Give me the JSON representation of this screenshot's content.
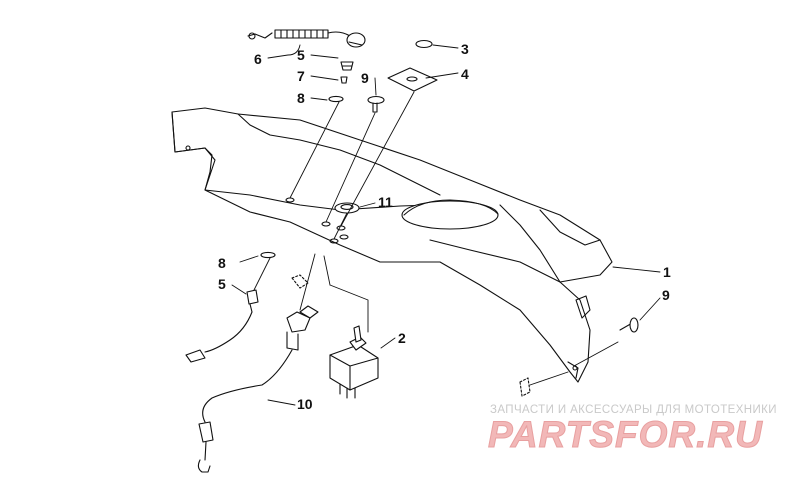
{
  "diagram": {
    "callouts": {
      "c1": "1",
      "c2": "2",
      "c3": "3",
      "c4": "4",
      "c5a": "5",
      "c5b": "5",
      "c6": "6",
      "c7": "7",
      "c8a": "8",
      "c8b": "8",
      "c9a": "9",
      "c9b": "9",
      "c10": "10",
      "c11": "11"
    }
  },
  "watermark": {
    "subtitle": "ЗАПЧАСТИ И АКСЕССУАРЫ ДЛЯ МОТОТЕХНИКИ",
    "brand": "PARTSFOR.RU"
  },
  "colors": {
    "line": "#111111",
    "watermark_brand": "#f2b8b8",
    "watermark_text": "#c9c9c9"
  }
}
